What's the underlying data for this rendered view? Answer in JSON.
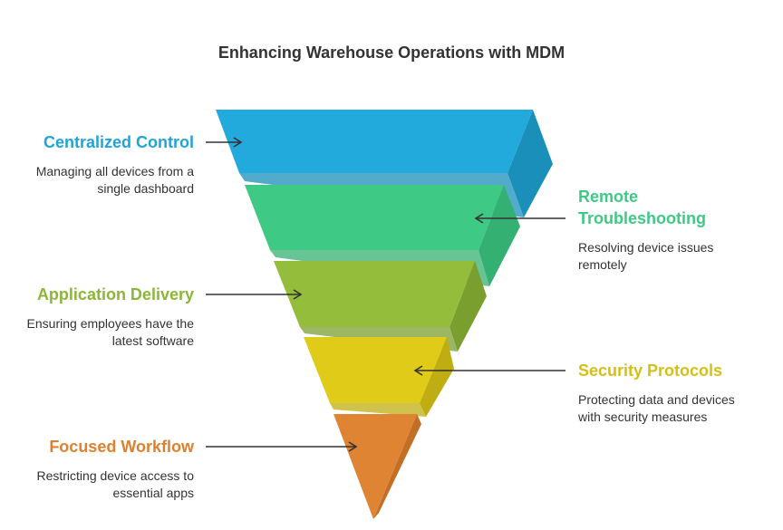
{
  "title": "Enhancing Warehouse Operations with MDM",
  "stages": [
    {
      "id": "centralized-control",
      "title": "Centralized Control",
      "description": "Managing all devices from a single dashboard",
      "side": "left",
      "color": "#22aadd"
    },
    {
      "id": "remote-troubleshooting",
      "title": "Remote Troubleshooting",
      "description": "Resolving device issues remotely",
      "side": "right",
      "color": "#3ec985"
    },
    {
      "id": "application-delivery",
      "title": "Application Delivery",
      "description": "Ensuring employees have the latest software",
      "side": "left",
      "color": "#93bd3a"
    },
    {
      "id": "security-protocols",
      "title": "Security Protocols",
      "description": "Protecting data and devices with security measures",
      "side": "right",
      "color": "#e0cc18"
    },
    {
      "id": "focused-workflow",
      "title": "Focused Workflow",
      "description": "Restricting device access to essential apps",
      "side": "left",
      "color": "#df8432"
    }
  ]
}
